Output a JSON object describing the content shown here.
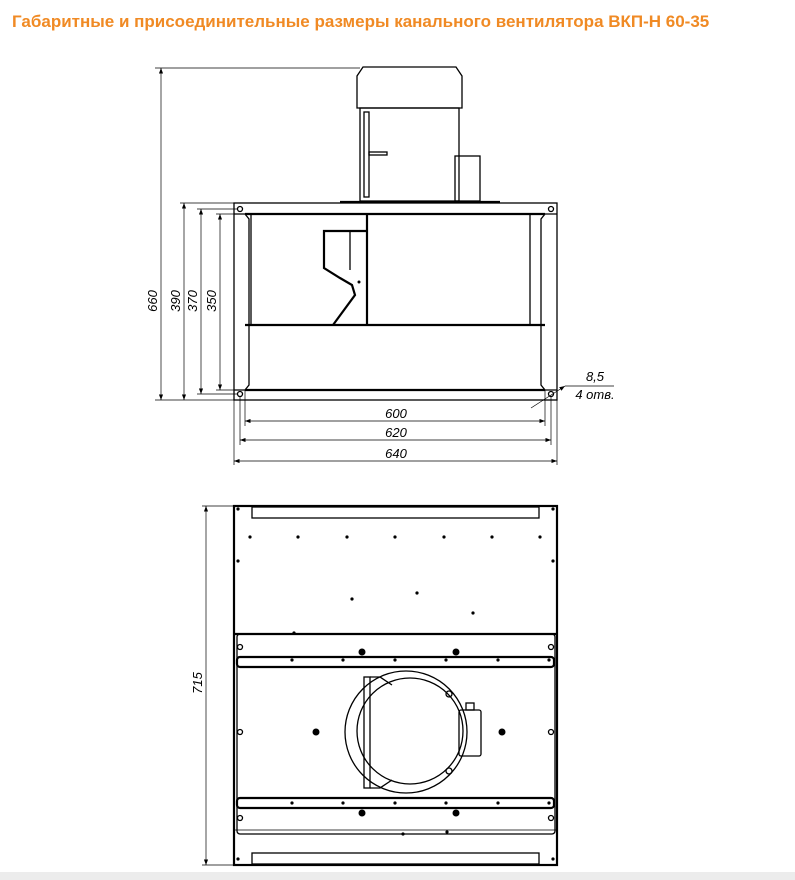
{
  "title": "Габаритные и присоединительные размеры канального вентилятора ВКП-Н 60-35",
  "accent_color": "#f08a24",
  "front_view": {
    "dims_vertical": {
      "overall": "660",
      "flange_outer": "390",
      "holes": "370",
      "inner": "350"
    },
    "dims_horizontal": {
      "inner": "600",
      "holes": "620",
      "flange_outer": "640"
    },
    "hole_note": {
      "diameter": "8,5",
      "count": "4 отв."
    }
  },
  "top_view": {
    "dims_vertical": {
      "overall": "715"
    }
  }
}
